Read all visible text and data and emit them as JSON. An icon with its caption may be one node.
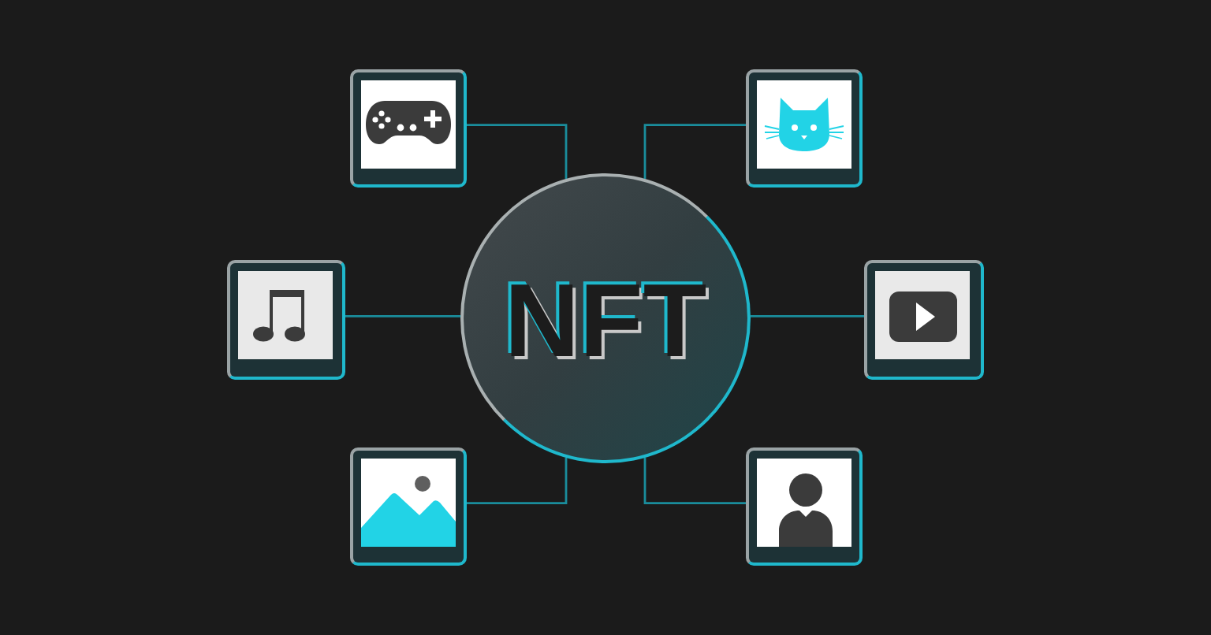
{
  "diagram": {
    "nodes": [
      {
        "text": [],
        "shape": "picture"
      },
      {
        "text": [],
        "shape": "picture"
      },
      {
        "text": [],
        "shape": "picture"
      },
      {
        "text": [
          "NFT"
        ]
      },
      {
        "text": [],
        "shape": "picture"
      },
      {
        "text": [],
        "shape": "picture"
      },
      {
        "text": [],
        "shape": "picture"
      }
    ],
    "edges": [
      {
        "from": 3,
        "to": 0,
        "arrow": "none"
      },
      {
        "from": 3,
        "to": 1,
        "arrow": "none"
      },
      {
        "from": 3,
        "to": 2,
        "arrow": "none"
      },
      {
        "from": 3,
        "to": 4,
        "arrow": "none"
      },
      {
        "from": 3,
        "to": 5,
        "arrow": "none"
      },
      {
        "from": 3,
        "to": 6,
        "arrow": "none"
      }
    ]
  }
}
